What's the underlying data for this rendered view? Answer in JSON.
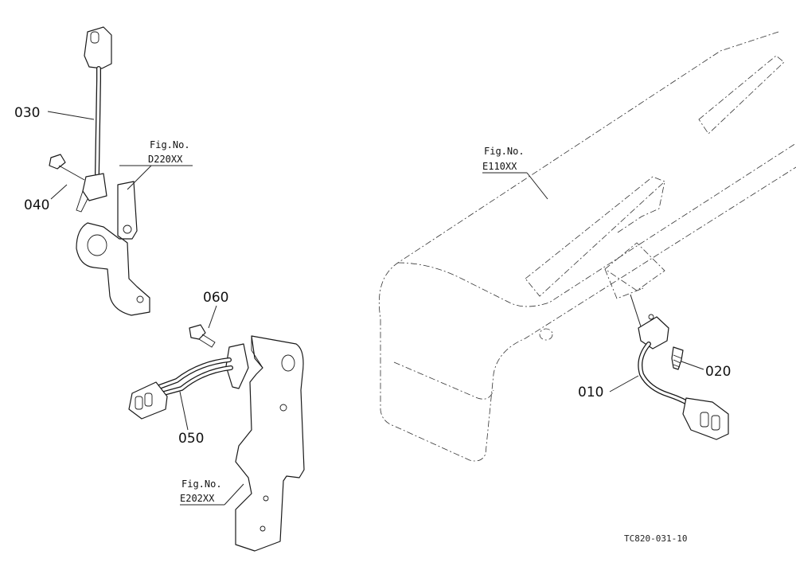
{
  "callouts": {
    "p010": "010",
    "p020": "020",
    "p030": "030",
    "p040": "040",
    "p050": "050",
    "p060": "060"
  },
  "figure_refs": {
    "d220_label": "Fig.No.",
    "d220_number": "D220XX",
    "e110_label": "Fig.No.",
    "e110_number": "E110XX",
    "e202_label": "Fig.No.",
    "e202_number": "E202XX"
  },
  "drawing_code": "TC820-031-10"
}
